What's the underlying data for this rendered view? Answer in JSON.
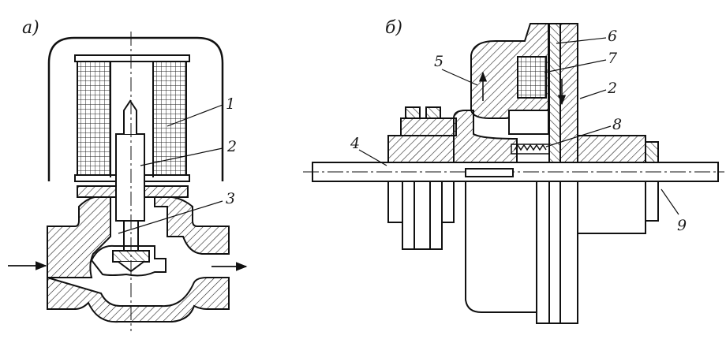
{
  "figure_a": {
    "caption": "а)",
    "labels": [
      "1",
      "2",
      "3"
    ]
  },
  "figure_b": {
    "caption": "б)",
    "labels": [
      "4",
      "5",
      "6",
      "7",
      "2",
      "8",
      "9"
    ]
  }
}
